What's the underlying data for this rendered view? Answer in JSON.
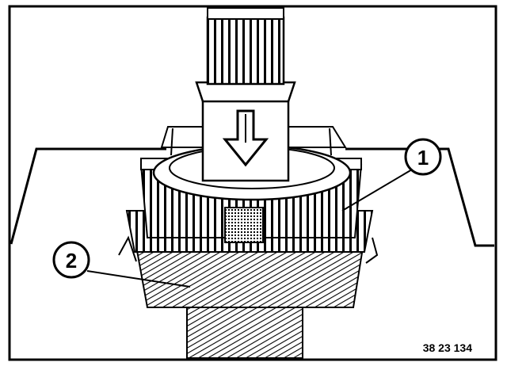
{
  "figure": {
    "reference_number": "38 23 134",
    "callouts": [
      {
        "label": "1"
      },
      {
        "label": "2"
      }
    ],
    "colors": {
      "line": "#000000",
      "background": "#ffffff"
    },
    "icons": {
      "press_direction": "down-arrow-icon"
    }
  }
}
